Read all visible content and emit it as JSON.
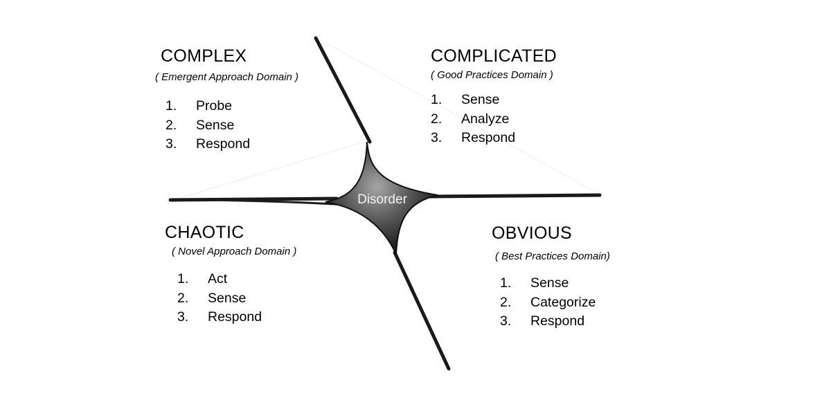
{
  "center": {
    "label": "Disorder"
  },
  "domains": {
    "complex": {
      "title": "COMPLEX",
      "subtitle": "( Emergent Approach Domain )",
      "steps": [
        {
          "num": "1.",
          "text": "Probe"
        },
        {
          "num": "2.",
          "text": "Sense"
        },
        {
          "num": "3.",
          "text": "Respond"
        }
      ]
    },
    "complicated": {
      "title": "COMPLICATED",
      "subtitle": "( Good Practices Domain )",
      "steps": [
        {
          "num": "1.",
          "text": "Sense"
        },
        {
          "num": "2.",
          "text": "Analyze"
        },
        {
          "num": "3.",
          "text": "Respond"
        }
      ]
    },
    "chaotic": {
      "title": "CHAOTIC",
      "subtitle": "( Novel Approach Domain )",
      "steps": [
        {
          "num": "1.",
          "text": "Act"
        },
        {
          "num": "2.",
          "text": "Sense"
        },
        {
          "num": "3.",
          "text": "Respond"
        }
      ]
    },
    "obvious": {
      "title": "OBVIOUS",
      "subtitle": "( Best Practices Domain)",
      "steps": [
        {
          "num": "1.",
          "text": "Sense"
        },
        {
          "num": "2.",
          "text": "Categorize"
        },
        {
          "num": "3.",
          "text": "Respond"
        }
      ]
    }
  },
  "colors": {
    "lines": "#1a1a1a",
    "center_highlight": "#9a9a9a",
    "center_shadow": "#111111",
    "center_label": "#f2f2f2"
  }
}
